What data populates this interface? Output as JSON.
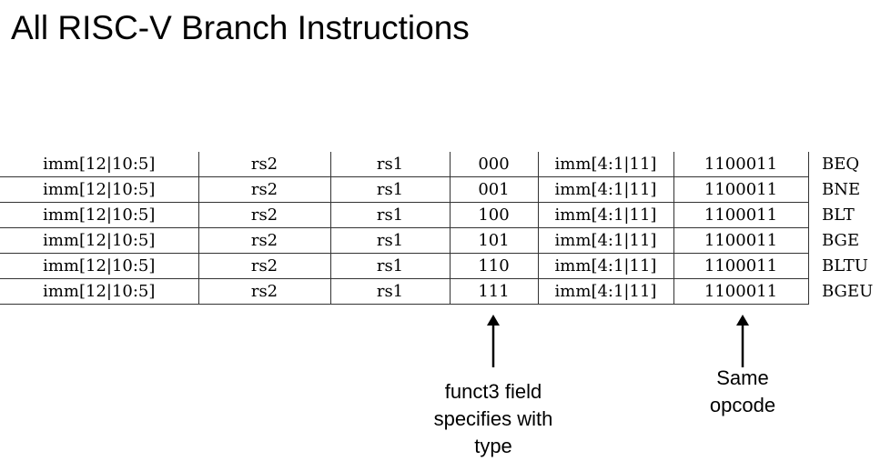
{
  "title": "All RISC-V Branch Instructions",
  "table": {
    "rows": [
      {
        "cells": [
          "imm[12|10:5]",
          "rs2",
          "rs1",
          "000",
          "imm[4:1|11]",
          "1100011"
        ],
        "mnemonic": "BEQ"
      },
      {
        "cells": [
          "imm[12|10:5]",
          "rs2",
          "rs1",
          "001",
          "imm[4:1|11]",
          "1100011"
        ],
        "mnemonic": "BNE"
      },
      {
        "cells": [
          "imm[12|10:5]",
          "rs2",
          "rs1",
          "100",
          "imm[4:1|11]",
          "1100011"
        ],
        "mnemonic": "BLT"
      },
      {
        "cells": [
          "imm[12|10:5]",
          "rs2",
          "rs1",
          "101",
          "imm[4:1|11]",
          "1100011"
        ],
        "mnemonic": "BGE"
      },
      {
        "cells": [
          "imm[12|10:5]",
          "rs2",
          "rs1",
          "110",
          "imm[4:1|11]",
          "1100011"
        ],
        "mnemonic": "BLTU"
      },
      {
        "cells": [
          "imm[12|10:5]",
          "rs2",
          "rs1",
          "111",
          "imm[4:1|11]",
          "1100011"
        ],
        "mnemonic": "BGEU"
      }
    ]
  },
  "annotations": {
    "funct3": [
      "funct3 field",
      "specifies with",
      "type"
    ],
    "opcode": [
      "Same",
      "opcode"
    ]
  }
}
